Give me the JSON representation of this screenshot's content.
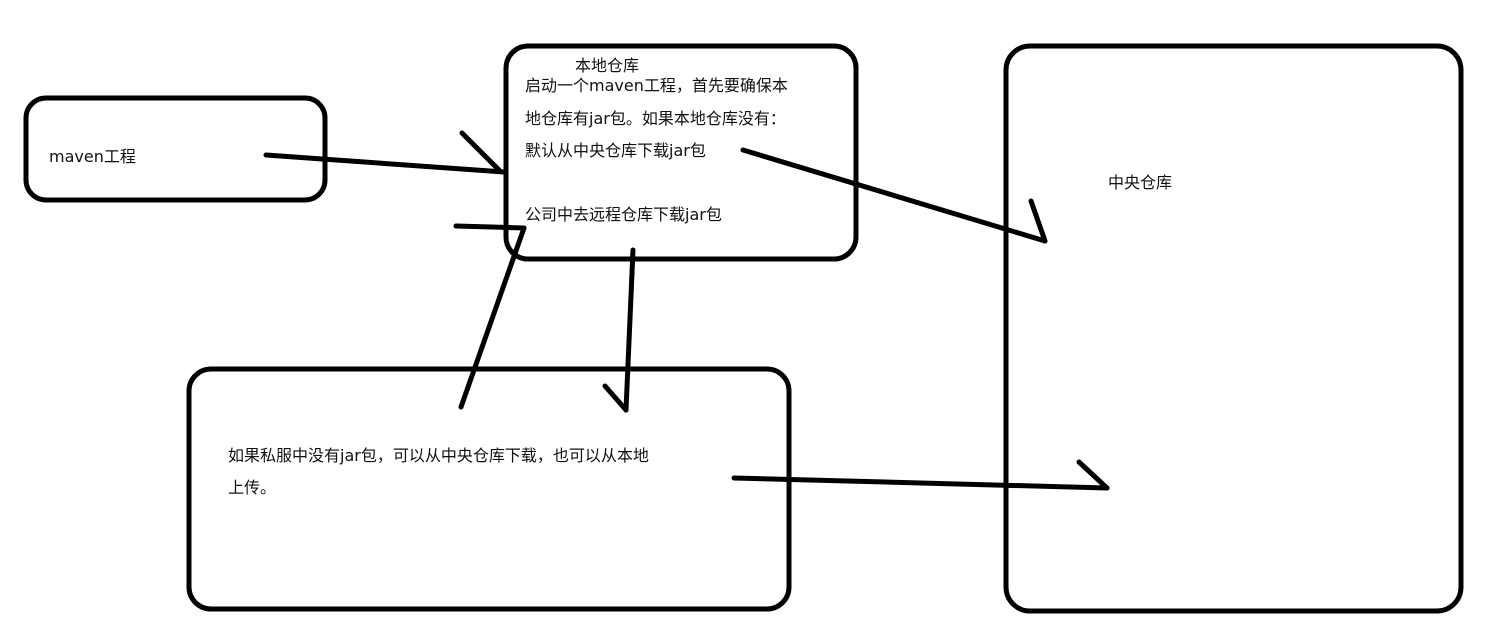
{
  "maven_project": {
    "label": "maven工程"
  },
  "local_repo": {
    "title": "本地仓库",
    "line1": "启动一个maven工程，首先要确保本",
    "line2": "地仓库有jar包。如果本地仓库没有：",
    "line3": "默认从中央仓库下载jar包",
    "line4": "公司中去远程仓库下载jar包"
  },
  "central_repo": {
    "title": "中央仓库"
  },
  "private_server": {
    "line1": "如果私服中没有jar包，可以从中央仓库下载，也可以从本地",
    "line2": "上传。"
  },
  "colors": {
    "stroke": "#000000",
    "background": "#ffffff"
  }
}
